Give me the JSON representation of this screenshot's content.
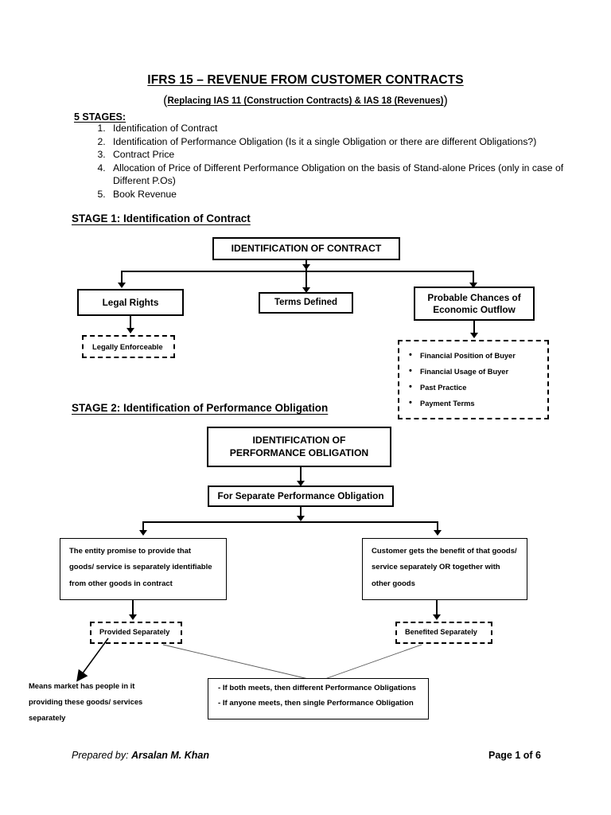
{
  "document": {
    "title": "IFRS 15 – REVENUE FROM CUSTOMER CONTRACTS",
    "subtitle_inner": "Replacing IAS 11 (Construction Contracts) & IAS 18 (Revenues)",
    "stages_label": "5 STAGES:",
    "stages": [
      "Identification of Contract",
      "Identification of Performance Obligation (Is it a single Obligation or there are different Obligations?)",
      "Contract Price",
      "Allocation of Price of Different Performance Obligation on the basis of Stand-alone Prices (only in case of Different P.Os)",
      "Book Revenue"
    ]
  },
  "stage1": {
    "heading": "STAGE 1: Identification of Contract",
    "root_box": "IDENTIFICATION OF CONTRACT",
    "branch_left": "Legal Rights",
    "branch_middle": "Terms Defined",
    "branch_right": "Probable Chances of Economic Outflow",
    "left_dashed": "Legally Enforceable",
    "right_dashed_bullets": [
      "Financial Position of Buyer",
      "Financial Usage of Buyer",
      "Past Practice",
      "Payment Terms"
    ]
  },
  "stage2": {
    "heading": "STAGE 2: Identification of Performance Obligation",
    "root_box": "IDENTIFICATION OF PERFORMANCE OBLIGATION",
    "second_box": "For Separate Performance Obligation",
    "left_criteria": "The entity promise to provide that goods/ service is separately identifiable from other goods in contract",
    "left_criteria_lines": [
      "The entity promise to provide that",
      "goods/ service is separately identifiable",
      "from other goods in contract"
    ],
    "right_criteria_lines": [
      "Customer gets the benefit of that goods/",
      "service separately OR together with",
      "other goods"
    ],
    "left_dashed": "Provided Separately",
    "right_dashed": "Benefited Separately",
    "side_note_lines": [
      "Means market has people in it",
      "providing these goods/ services",
      "separately"
    ],
    "conclusion_lines": [
      "- If both meets, then different Performance Obligations",
      "- If anyone meets, then single Performance Obligation"
    ]
  },
  "footer": {
    "prepared_by_label": "Prepared by:",
    "prepared_by_name": "Arsalan M. Khan",
    "page_number": "Page 1 of 6"
  },
  "colors": {
    "ink": "#000000",
    "paper": "#ffffff",
    "thin_line": "#555555"
  }
}
